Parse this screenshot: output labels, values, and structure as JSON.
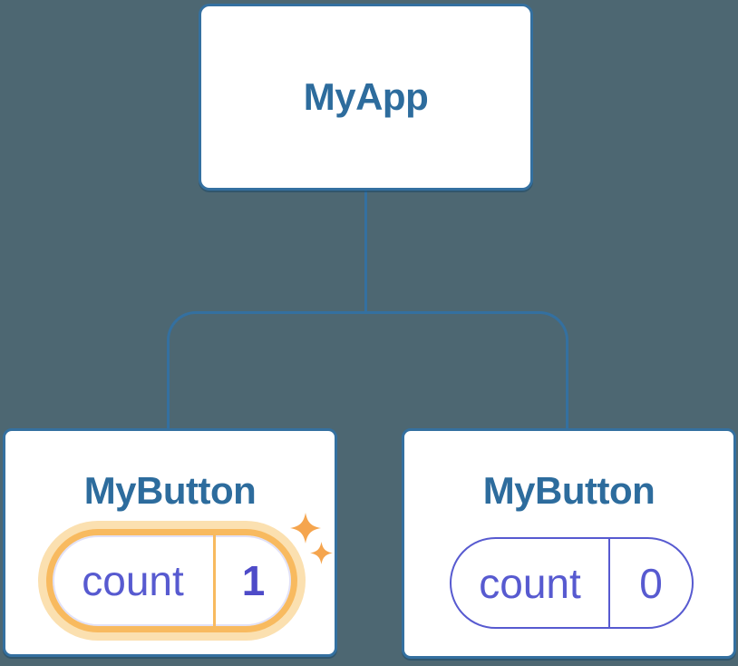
{
  "theme": {
    "bg": "#4D6772",
    "line-blue": "#3470A0",
    "node-text-blue": "#2D6C9D",
    "card-bg": "#FFFFFF",
    "state-purple": "#575AD0",
    "state-value-purple": "#4E4BC8",
    "highlight-orange": "#F8BA5F",
    "highlight-glow": "#FBE0B0",
    "sparkle-orange": "#F5A54E"
  },
  "icons": {
    "sparkle_large": "sparkle-icon",
    "sparkle_small": "sparkle-icon"
  },
  "tree": {
    "root": {
      "label": "MyApp"
    },
    "children": [
      {
        "label": "MyButton",
        "highlighted": true,
        "state": {
          "key": "count",
          "value": "1"
        }
      },
      {
        "label": "MyButton",
        "highlighted": false,
        "state": {
          "key": "count",
          "value": "0"
        }
      }
    ]
  }
}
